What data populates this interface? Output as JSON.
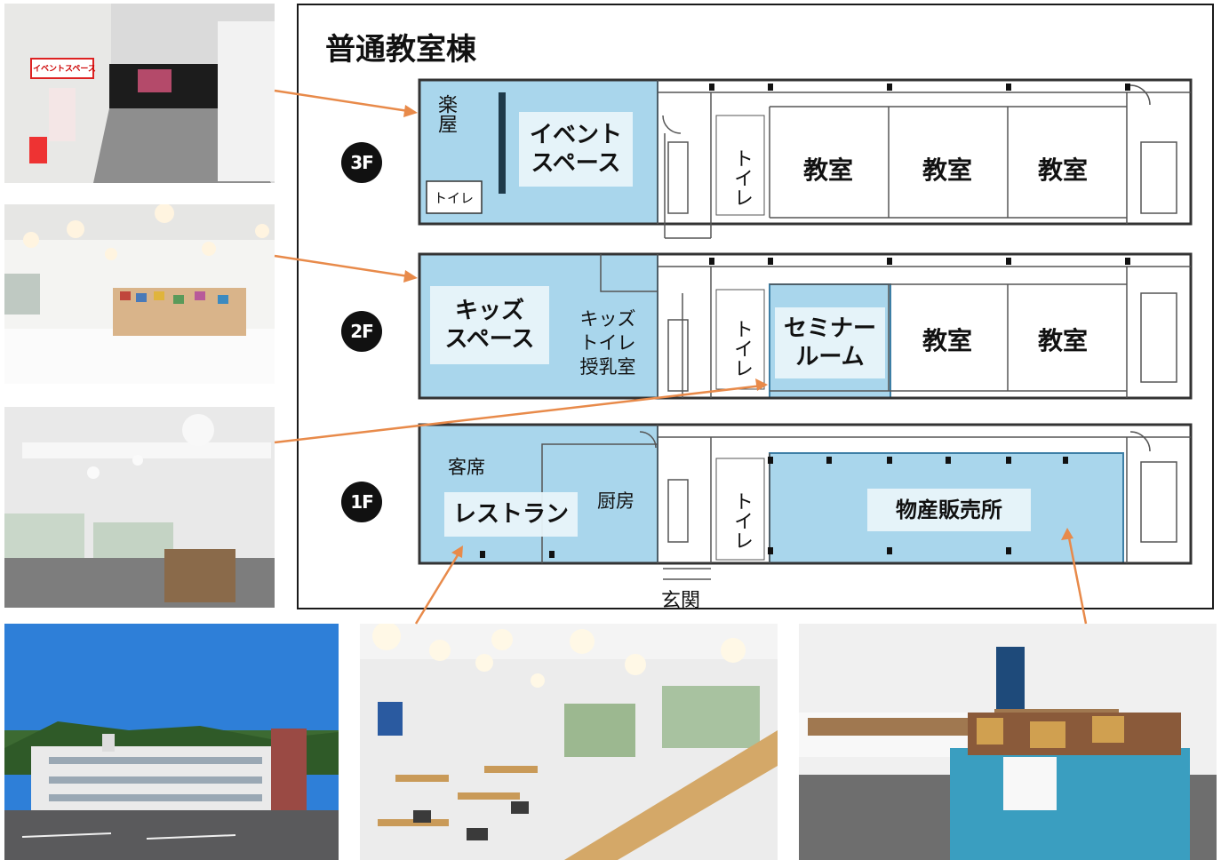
{
  "title": "普通教室棟",
  "colors": {
    "highlight": "#a9d6ec",
    "arrow": "#e88a4a",
    "wall": "#333333",
    "frame": "#1a1a1a"
  },
  "floors": {
    "f3": {
      "badge": "3F",
      "rooms": {
        "gakuya": "楽屋",
        "event": "イベント\nスペース",
        "toilet_small": "トイレ",
        "toilet": "トイレ",
        "classroom_1": "教室",
        "classroom_2": "教室",
        "classroom_3": "教室"
      }
    },
    "f2": {
      "badge": "2F",
      "rooms": {
        "kids": "キッズ\nスペース",
        "kids_side": "キッズ\nトイレ\n授乳室",
        "toilet": "トイレ",
        "seminar": "セミナー\nルーム",
        "classroom_1": "教室",
        "classroom_2": "教室"
      }
    },
    "f1": {
      "badge": "1F",
      "rooms": {
        "seats": "客席",
        "restaurant": "レストラン",
        "kitchen": "厨房",
        "toilet": "トイレ",
        "shop": "物産販売所"
      }
    }
  },
  "entrance": "玄関",
  "photos": {
    "event_sign": "イベントスペース"
  }
}
